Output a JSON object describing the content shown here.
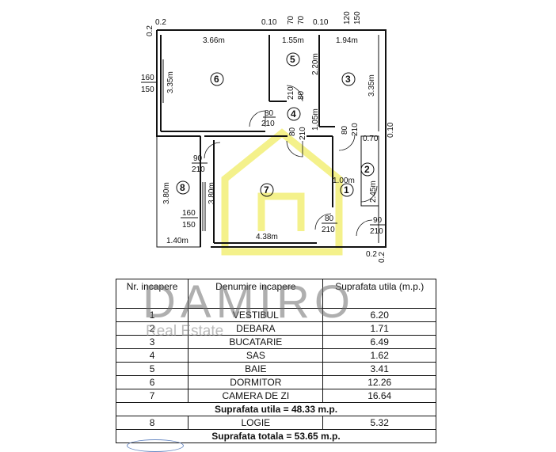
{
  "plan": {
    "dimensions": {
      "top_left_02": "0.2",
      "left_top_02": "0.2",
      "top_010_a": "0.10",
      "top_70_a": "70",
      "top_70_b": "70",
      "top_010_b": "0.10",
      "top_120": "120",
      "top_150": "150",
      "w_366": "3.66m",
      "w_155": "1.55m",
      "w_194": "1.94m",
      "h_335_left": "3.35m",
      "h_220": "2.20m",
      "h_335_right": "3.35m",
      "win_160_l": "160",
      "win_150_l": "150",
      "door_80_a": "80",
      "door_210_a": "210",
      "door_210_sas": "210",
      "door_80_sas": "80",
      "h_105": "1.05m",
      "door_80_b": "80",
      "door_210_b": "210",
      "door_80_c": "80",
      "door_210_c": "210",
      "right_010": "0.10",
      "w_070": "0.70",
      "h_245": "2.45m",
      "w_100": "1.00m",
      "door_90_a": "90",
      "door_210_d": "210",
      "h_380_a": "3.80m",
      "h_380_b": "3.80m",
      "win_160_b": "160",
      "win_150_b": "150",
      "door_80_d": "80",
      "door_210_e": "210",
      "door_90_b": "90",
      "door_210_f": "210",
      "w_140": "1.40m",
      "w_438": "4.38m",
      "bottom_02_a": "0.2",
      "bottom_02_b": "0.2"
    },
    "rooms": [
      "1",
      "2",
      "3",
      "4",
      "5",
      "6",
      "7",
      "8"
    ]
  },
  "watermark": {
    "brand": "DAMIRO",
    "subtitle": "Real Estate"
  },
  "table": {
    "headers": {
      "num": "Nr. incapere",
      "name": "Denumire incapere",
      "area": "Suprafata utila (m.p.)"
    },
    "rows": [
      {
        "num": "1",
        "name": "VESTIBUL",
        "area": "6.20"
      },
      {
        "num": "2",
        "name": "DEBARA",
        "area": "1.71"
      },
      {
        "num": "3",
        "name": "BUCATARIE",
        "area": "6.49"
      },
      {
        "num": "4",
        "name": "SAS",
        "area": "1.62"
      },
      {
        "num": "5",
        "name": "BAIE",
        "area": "3.41"
      },
      {
        "num": "6",
        "name": "DORMITOR",
        "area": "12.26"
      },
      {
        "num": "7",
        "name": "CAMERA DE ZI",
        "area": "16.64"
      }
    ],
    "subtotal": "Suprafata utila = 48.33 m.p.",
    "extra_row": {
      "num": "8",
      "name": "LOGIE",
      "area": "5.32"
    },
    "total": "Suprafata totala = 53.65 m.p."
  }
}
